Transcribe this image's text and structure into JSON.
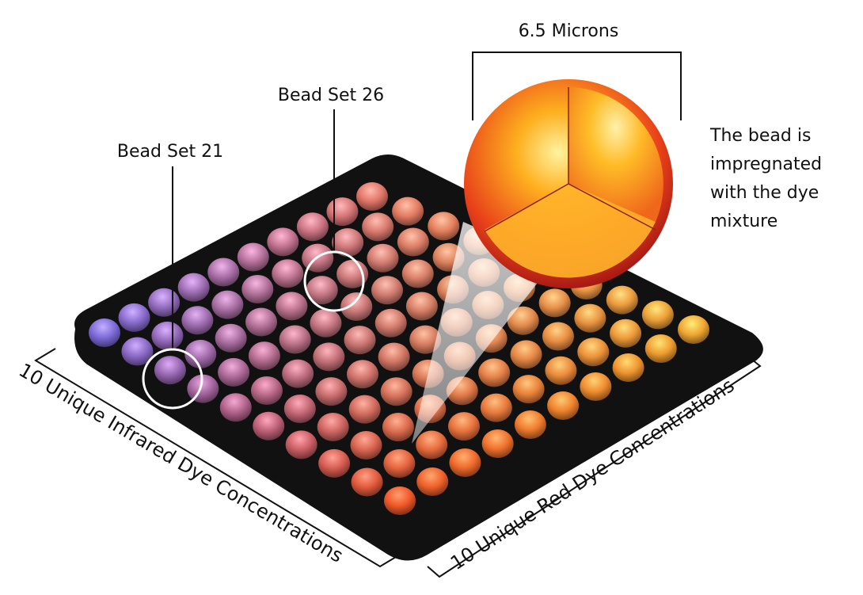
{
  "labels": {
    "size": "6.5 Microns",
    "bead_set_a": "Bead Set 21",
    "bead_set_b": "Bead Set 26",
    "description_lines": [
      "The bead is",
      "impregnated",
      "with the dye",
      "mixture"
    ],
    "axis_left": "10 Unique Infrared Dye Concentrations",
    "axis_right": "10 Unique Red Dye Concentrations"
  },
  "grid": {
    "rows": 10,
    "cols": 10
  },
  "colors": {
    "corner_left": "#7d6ad8",
    "corner_top": "#e07468",
    "corner_bottom": "#f0582a",
    "corner_right": "#f0a632",
    "plate": "#111111",
    "sphere_outer": "#c8261e",
    "sphere_inner": "#ffc830"
  }
}
